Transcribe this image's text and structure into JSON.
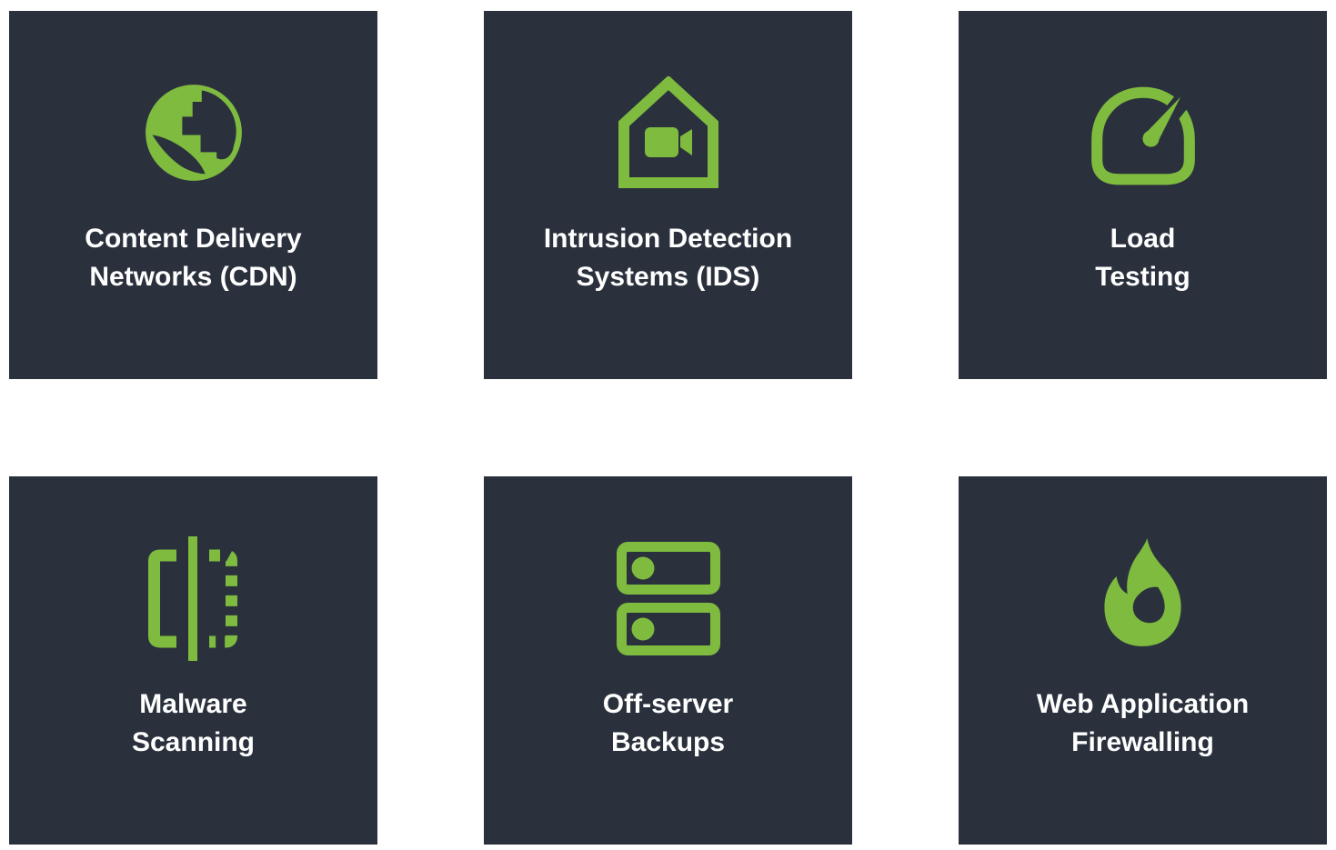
{
  "page": {
    "background": "#ffffff"
  },
  "colors": {
    "card_bg": "#2a313d",
    "accent_green": "#7ebb3f",
    "text": "#ffffff"
  },
  "cards": [
    {
      "icon": "globe-icon",
      "lines": [
        "Content Delivery",
        "Networks (CDN)"
      ]
    },
    {
      "icon": "house-camera-icon",
      "lines": [
        "Intrusion Detection",
        "Systems (IDS)"
      ]
    },
    {
      "icon": "speedometer-icon",
      "lines": [
        "Load",
        "Testing"
      ]
    },
    {
      "icon": "scan-icon",
      "lines": [
        "Malware",
        "Scanning"
      ]
    },
    {
      "icon": "server-stack-icon",
      "lines": [
        "Off-server",
        "Backups"
      ]
    },
    {
      "icon": "flame-icon",
      "lines": [
        "Web Application",
        "Firewalling"
      ]
    }
  ]
}
